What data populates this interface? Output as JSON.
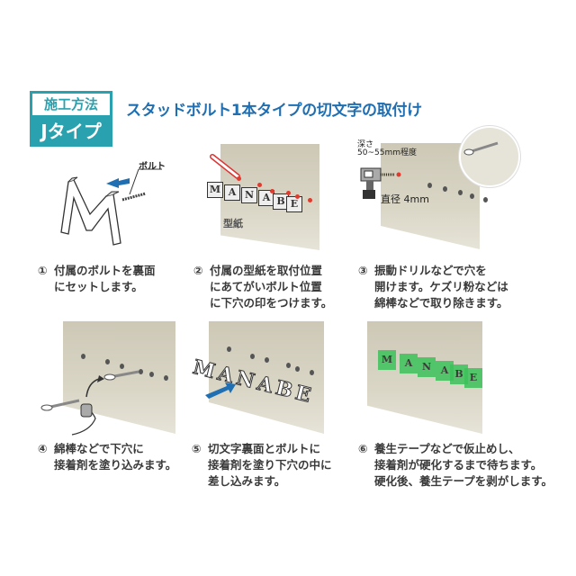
{
  "header": {
    "badge_top": "施工方法",
    "badge_bottom": "Jタイプ",
    "title": "スタッドボルト1本タイプの切文字の取付け"
  },
  "colors": {
    "accent_teal": "#2aa1ae",
    "title_blue": "#1f6fb2",
    "wall": "#d3cfbf",
    "mark_red": "#e03b2e",
    "tape_green": "#3cc25a",
    "arrow_blue": "#1f6fb2"
  },
  "illustrations": {
    "panel1": {
      "label_bolt": "ボルト",
      "letter": "M"
    },
    "panel2": {
      "label_template": "型紙",
      "letters": [
        "M",
        "A",
        "N",
        "A",
        "B",
        "E"
      ]
    },
    "panel3": {
      "label_depth_1": "深さ",
      "label_depth_2": "50~55mm程度",
      "label_diameter": "直径 4mm"
    },
    "panel5": {
      "word": "MANABE"
    },
    "panel6": {
      "letters": [
        "M",
        "A",
        "N",
        "A",
        "B",
        "E"
      ]
    }
  },
  "steps": [
    {
      "num": "①",
      "lines": [
        "付属のボルトを裏面",
        "にセットします。"
      ]
    },
    {
      "num": "②",
      "lines": [
        "付属の型紙を取付位置",
        "にあてがいボルト位置",
        "に下穴の印をつけます。"
      ]
    },
    {
      "num": "③",
      "lines": [
        "振動ドリルなどで穴を",
        "開けます。ケズリ粉などは",
        "綿棒などで取り除きます。"
      ]
    },
    {
      "num": "④",
      "lines": [
        "綿棒などで下穴に",
        "接着剤を塗り込みます。"
      ]
    },
    {
      "num": "⑤",
      "lines": [
        "切文字裏面とボルトに",
        "接着剤を塗り下穴の中に",
        "差し込みます。"
      ]
    },
    {
      "num": "⑥",
      "lines": [
        "養生テープなどで仮止めし、",
        "接着剤が硬化するまで待ちます。",
        "硬化後、養生テープを剥がします。"
      ]
    }
  ]
}
